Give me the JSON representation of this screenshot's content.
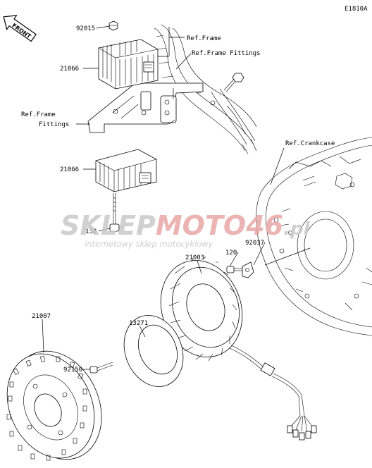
{
  "diagram_id": "E1810A",
  "front_marker": "FRONT",
  "labels": {
    "p92015": "92015",
    "ref_frame": "Ref.Frame",
    "ref_frame_fittings_r": "Ref.Frame Fittings",
    "p21066_top": "21066",
    "ref_frame_fittings_l1": "Ref.Frame",
    "ref_frame_fittings_l2": "Fittings",
    "ref_crankcase": "Ref.Crankcase",
    "p21066_bottom": "21066",
    "p130": "130",
    "p120": "120",
    "p92037": "92037",
    "p21003": "21003",
    "p13271": "13271",
    "p21007": "21007",
    "p92150": "92150"
  },
  "watermark": {
    "brand_a": "SKLEP",
    "brand_b": "MOTO",
    "brand_c": "46",
    "brand_d": ".pl",
    "tagline": "internetowy sklep motocyklowy"
  },
  "colors": {
    "line": "#000000",
    "watermark_grey": "#c8c8c8",
    "watermark_red": "#e9a6a6"
  }
}
